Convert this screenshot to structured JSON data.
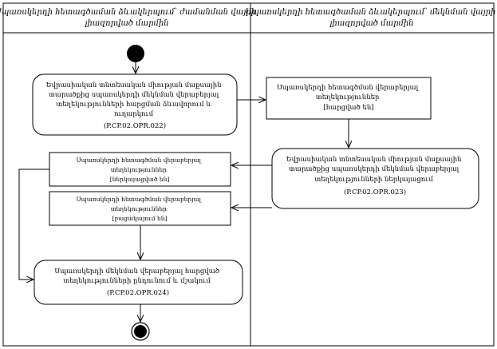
{
  "swimlanes": [
    {
      "id": "left",
      "header": [
        "Սպառսկերդի հետագծաման ձևակերպում՝ ժամանման վայրի",
        "լիազորված մարմին"
      ]
    },
    {
      "id": "right",
      "header": [
        "Սպառսկերդի հետագծաման ձևակերպում՝ մեկնման վայրի",
        "լիազորված մարմին"
      ]
    }
  ],
  "nodes": {
    "start": {
      "type": "initial"
    },
    "action1": {
      "type": "action",
      "lines": [
        "Եվրասիական տնտեսական միության մաքսային",
        "տարածքից սպառսկերդի մեկնման վերաբերյալ",
        "տեղեկությունների հարցման ձևավորում և",
        "ուղարկում",
        "(P.CP.02.OPR.022)"
      ]
    },
    "object1": {
      "type": "object",
      "lines": [
        "Սպառսկերդի հետագծման վերաբերյալ",
        "տեղեկություններ",
        "[հարցված են]"
      ]
    },
    "action2": {
      "type": "action",
      "lines": [
        "Եվրասիական տնտեսական միության մաքսային",
        "տարածքից սպառսկերդի մեկնման վերաբերյալ",
        "տեղեկությունների ներկայացում",
        "(P.CP.02.OPR.023)"
      ]
    },
    "object2": {
      "type": "object",
      "lines": [
        "Սպառսկերդի հետագծման վերաբերյալ",
        "տեղեկություններ",
        "[ներկայացված են]"
      ]
    },
    "object3": {
      "type": "object",
      "lines": [
        "Սպառսկերդի հետագծման վերաբերյալ",
        "տեղեկություններ",
        "[բացակայում են]"
      ]
    },
    "action3": {
      "type": "action",
      "lines": [
        "Սպառսկերդի մեկնման վերաբերյալ հարցված",
        "տեղեկությունների ընդունում և մշակում",
        "(P.CP.02.OPR.024)"
      ]
    },
    "end": {
      "type": "final"
    }
  }
}
